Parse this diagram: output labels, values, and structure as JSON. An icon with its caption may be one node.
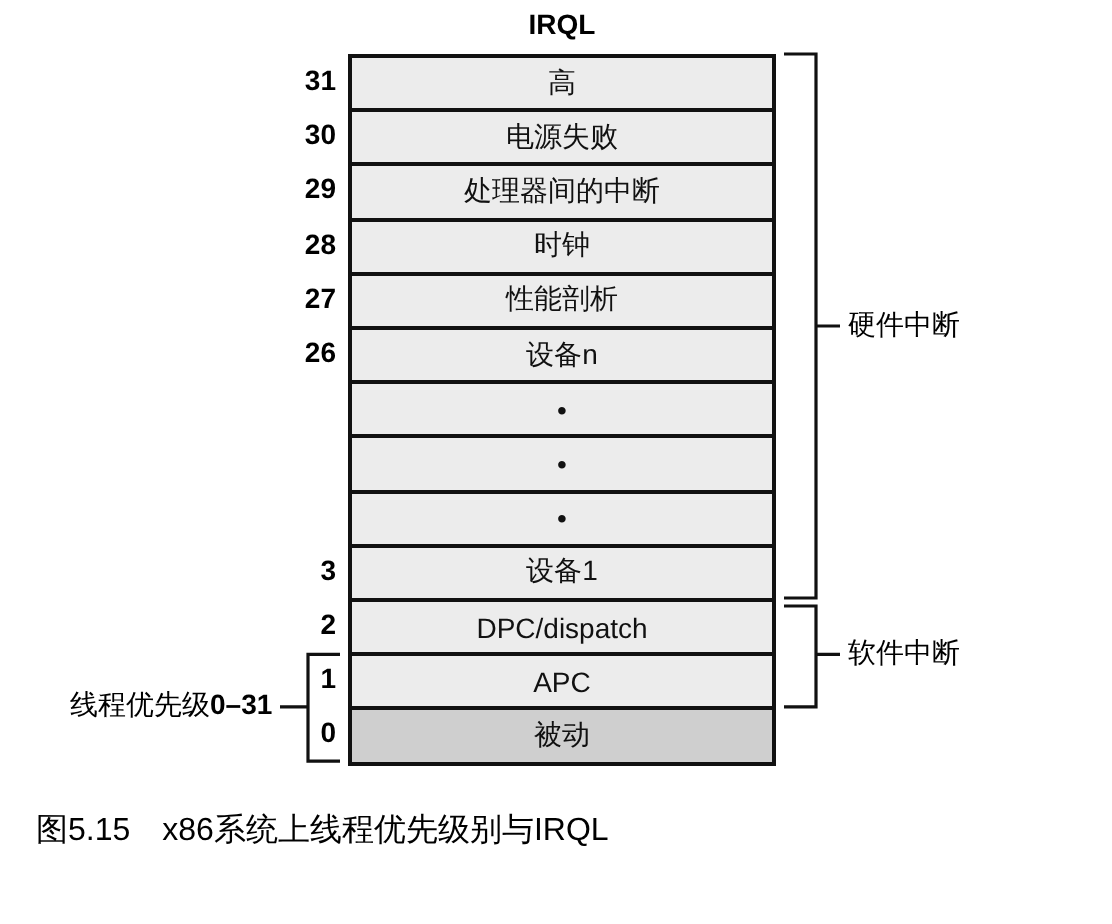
{
  "diagram": {
    "title": "IRQL",
    "caption": "图5.15　x86系统上线程优先级别与IRQL",
    "nodes": [
      {
        "text": [
          "高"
        ]
      },
      {
        "text": [
          "电源失败"
        ]
      },
      {
        "text": [
          "处理器间的中断"
        ]
      },
      {
        "text": [
          "时钟"
        ]
      },
      {
        "text": [
          "性能剖析"
        ]
      },
      {
        "text": [
          "设备n"
        ]
      },
      {
        "text": [
          "•"
        ]
      },
      {
        "text": [
          "•"
        ]
      },
      {
        "text": [
          "•"
        ]
      },
      {
        "text": [
          "设备1"
        ]
      },
      {
        "text": [
          "DPC/dispatch"
        ]
      },
      {
        "text": [
          "APC"
        ]
      },
      {
        "text": [
          "被动"
        ]
      }
    ],
    "edges": [],
    "labels": [
      "31",
      "30",
      "29",
      "28",
      "27",
      "26",
      "3",
      "2",
      "1",
      "0",
      "硬件中断",
      "软件中断",
      "线程优先级**0–31**"
    ]
  }
}
